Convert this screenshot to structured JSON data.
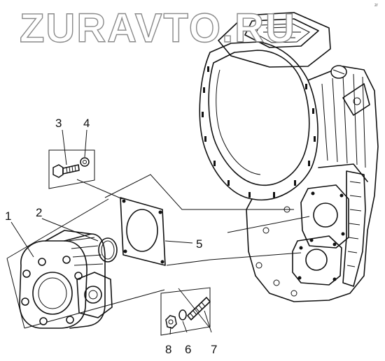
{
  "watermark": {
    "text": "ZURAVTO.RU",
    "corner_mark": "zr"
  },
  "callouts": [
    {
      "id": "c1",
      "label": "1"
    },
    {
      "id": "c2",
      "label": "2"
    },
    {
      "id": "c3",
      "label": "3"
    },
    {
      "id": "c4",
      "label": "4"
    },
    {
      "id": "c5",
      "label": "5"
    },
    {
      "id": "c6",
      "label": "6"
    },
    {
      "id": "c7",
      "label": "7"
    },
    {
      "id": "c8",
      "label": "8"
    }
  ]
}
